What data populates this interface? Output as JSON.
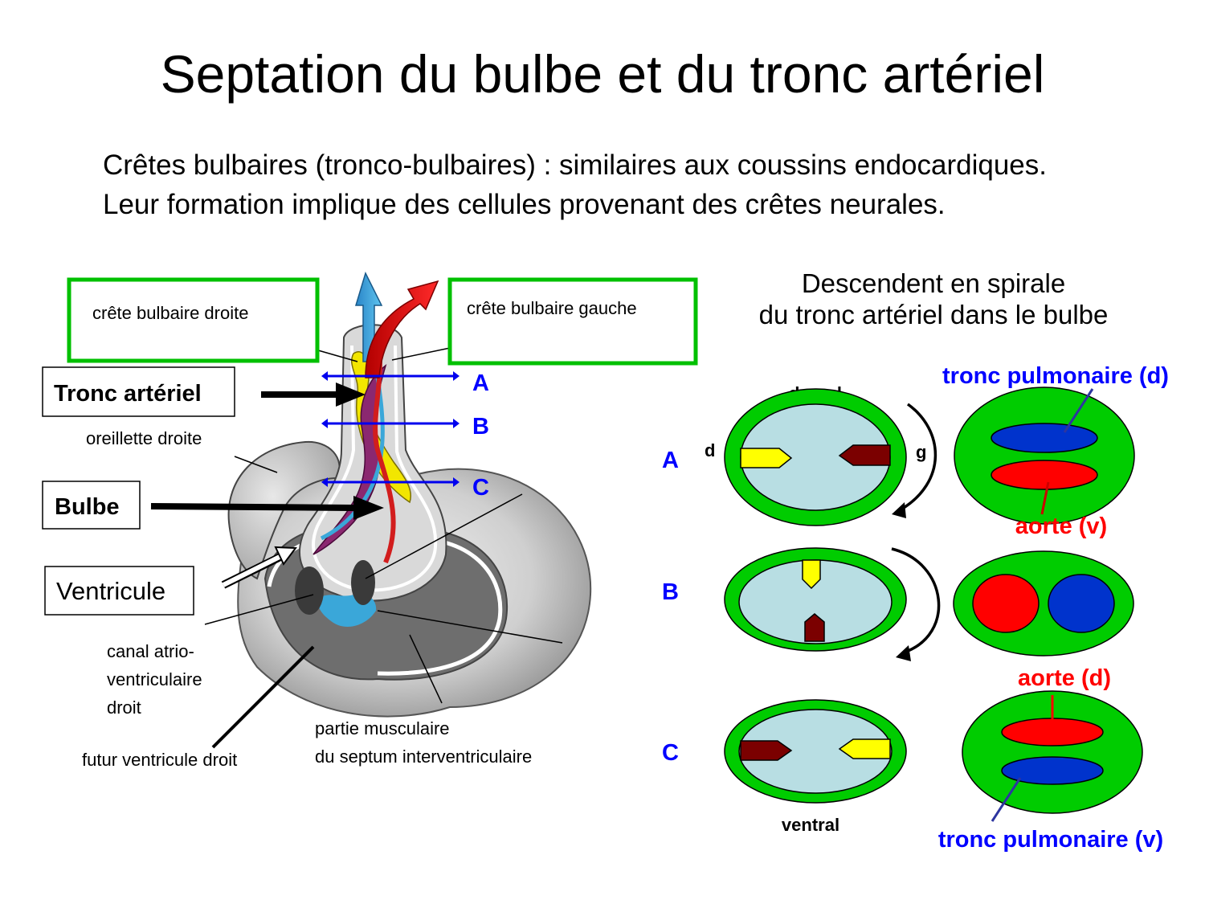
{
  "slide": {
    "title": "Septation du bulbe et du tronc artériel",
    "intro_lines": [
      "Crêtes bulbaires (tronco-bulbaires) : similaires aux coussins endocardiques.",
      "Leur formation implique des cellules provenant des crêtes neurales."
    ]
  },
  "left_figure": {
    "box_labels": {
      "crest_right": "crête bulbaire droite",
      "crest_left": "crête bulbaire gauche",
      "tronc": "Tronc artériel",
      "bulbe": "Bulbe",
      "ventricule": "Ventricule"
    },
    "labels": {
      "oreillette": "oreillette droite",
      "canal_lines": [
        "canal atrio-",
        "ventriculaire",
        "droit"
      ],
      "futur_ventricule": "futur ventricule droit",
      "septum_lines": [
        "partie musculaire",
        "du septum interventriculaire"
      ]
    },
    "section_levels": [
      "A",
      "B",
      "C"
    ]
  },
  "right_figure": {
    "heading_lines": [
      "Descendent en spirale",
      "du tronc artériel dans le bulbe"
    ],
    "orientation": {
      "dorsal": "dorsal",
      "ventral": "ventral",
      "right": "d",
      "left": "g"
    },
    "rows": [
      {
        "label": "A",
        "top_label": "tronc pulmonaire (d)",
        "bottom_label": "aorte (v)"
      },
      {
        "label": "B"
      },
      {
        "label": "C",
        "top_label": "aorte (d)",
        "bottom_label": "tronc pulmonaire (v)"
      }
    ]
  },
  "colors": {
    "ring_green": "#00cc00",
    "lumen": "#b8dee3",
    "crest_yellow": "#ffff00",
    "crest_dark_red": "#7b0000",
    "aorta_red": "#ff0000",
    "pulmonary_blue": "#0033cc",
    "label_blue": "#0000ff",
    "label_red": "#ff0000",
    "section_line_blue": "#0000ee"
  }
}
